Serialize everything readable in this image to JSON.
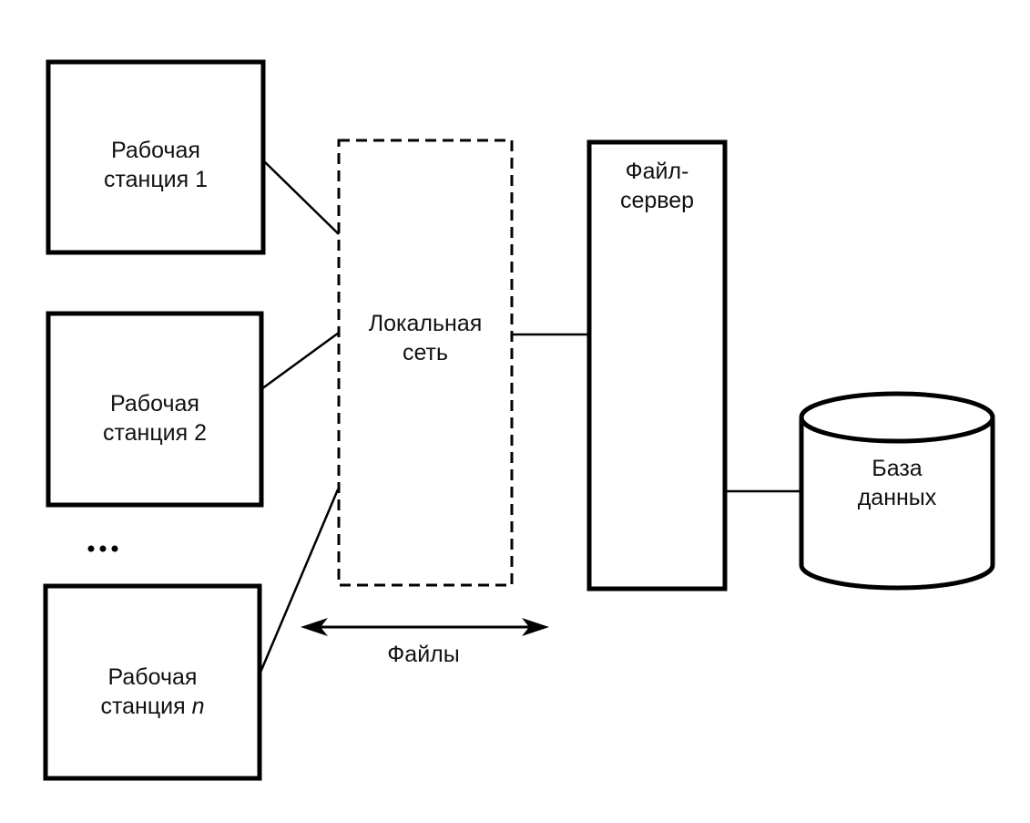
{
  "diagram": {
    "type": "file-server architecture",
    "nodes": {
      "ws1": {
        "line1": "Рабочая",
        "line2": "станция 1"
      },
      "ws2": {
        "line1": "Рабочая",
        "line2": "станция 2"
      },
      "wsn": {
        "line1": "Рабочая",
        "line2_prefix": "станция ",
        "line2_var": "n"
      },
      "lan": {
        "line1": "Локальная",
        "line2": "сеть"
      },
      "file_server": {
        "line1": "Файл-",
        "line2": "сервер"
      },
      "database": {
        "line1": "База",
        "line2": "данных"
      }
    },
    "ellipsis": "•••",
    "arrow_label": "Файлы",
    "edges": [
      {
        "from": "ws1",
        "to": "lan"
      },
      {
        "from": "ws2",
        "to": "lan"
      },
      {
        "from": "wsn",
        "to": "lan"
      },
      {
        "from": "lan",
        "to": "file_server"
      },
      {
        "from": "file_server",
        "to": "database"
      }
    ]
  },
  "colors": {
    "stroke": "#000000",
    "background": "#ffffff"
  }
}
